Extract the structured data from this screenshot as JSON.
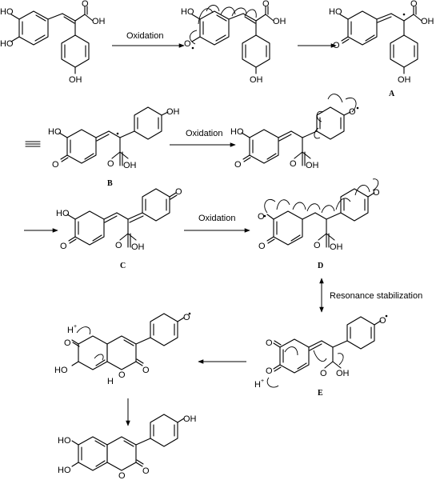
{
  "atoms": {
    "ho": "HO",
    "oh": "OH",
    "o": "O",
    "h": "H",
    "h_plus_base": "H",
    "plus": "+"
  },
  "reagents": {
    "oxidation_1": "Oxidation",
    "oxidation_2": "Oxidation",
    "oxidation_3": "Oxidation",
    "resonance": "Resonance stabilization"
  },
  "labels": {
    "A": "A",
    "B": "B",
    "C": "C",
    "D": "D",
    "E": "E"
  }
}
